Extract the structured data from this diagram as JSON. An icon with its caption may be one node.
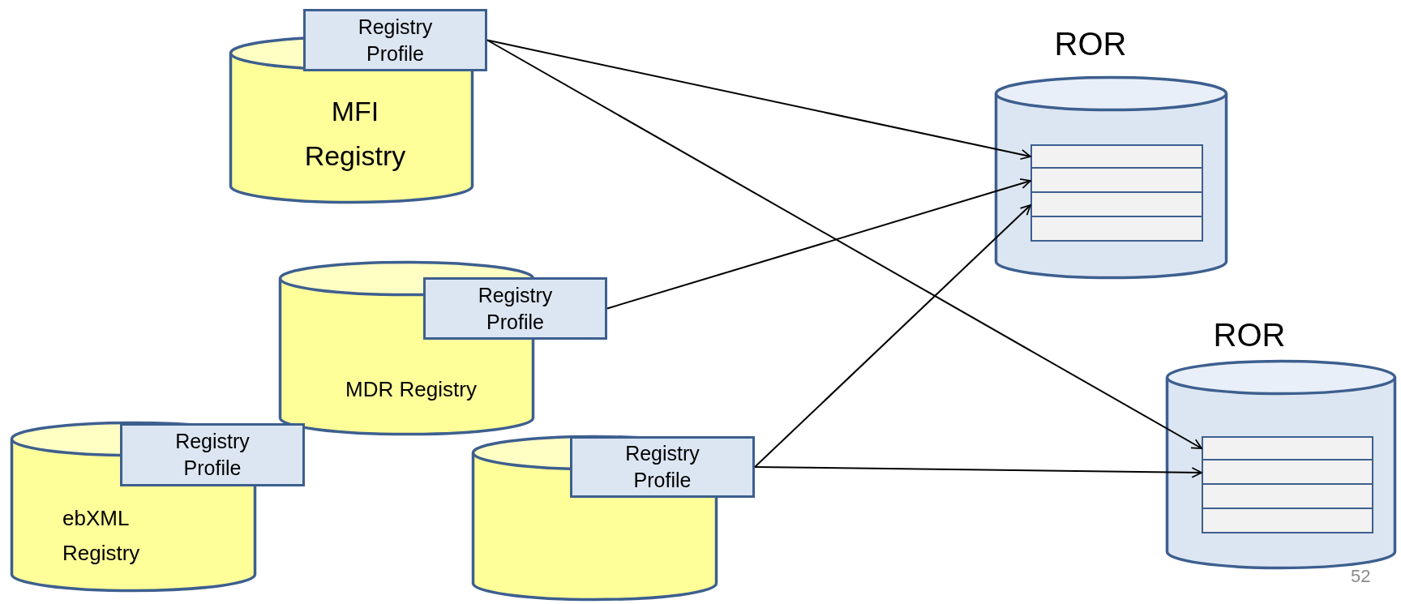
{
  "diagram": {
    "nodes": [
      {
        "text": [
          "MFI Registry"
        ]
      },
      {
        "text": [
          "Registry Profile"
        ]
      },
      {
        "text": [
          "ROR"
        ]
      },
      {
        "text": [],
        "shape": "box",
        "in": 2
      },
      {
        "text": [],
        "shape": "box",
        "in": 2
      },
      {
        "text": [],
        "shape": "box",
        "in": 2
      },
      {
        "text": [],
        "shape": "box",
        "in": 2
      },
      {
        "text": [
          "MDR Registry"
        ]
      },
      {
        "text": [
          "Registry Profile"
        ]
      },
      {
        "text": [
          "ROR"
        ]
      },
      {
        "text": [],
        "shape": "box",
        "in": 9
      },
      {
        "text": [],
        "shape": "box",
        "in": 9
      },
      {
        "text": [],
        "shape": "box",
        "in": 9
      },
      {
        "text": [],
        "shape": "box",
        "in": 9
      },
      {
        "text": [
          "ebXML Registry"
        ]
      },
      {
        "text": [
          "Registry Profile"
        ]
      },
      {
        "text": [],
        "shape": "cylinder"
      },
      {
        "text": [
          "Registry Profile"
        ]
      }
    ],
    "edges": [
      {
        "from": 1,
        "to": 3,
        "arrow": "to"
      },
      {
        "from": 1,
        "to": 10,
        "arrow": "to"
      },
      {
        "from": 8,
        "to": 4,
        "arrow": "to"
      },
      {
        "from": 17,
        "to": 5,
        "arrow": "to"
      },
      {
        "from": 17,
        "to": 11,
        "arrow": "to"
      }
    ],
    "labels": [
      "52"
    ]
  }
}
